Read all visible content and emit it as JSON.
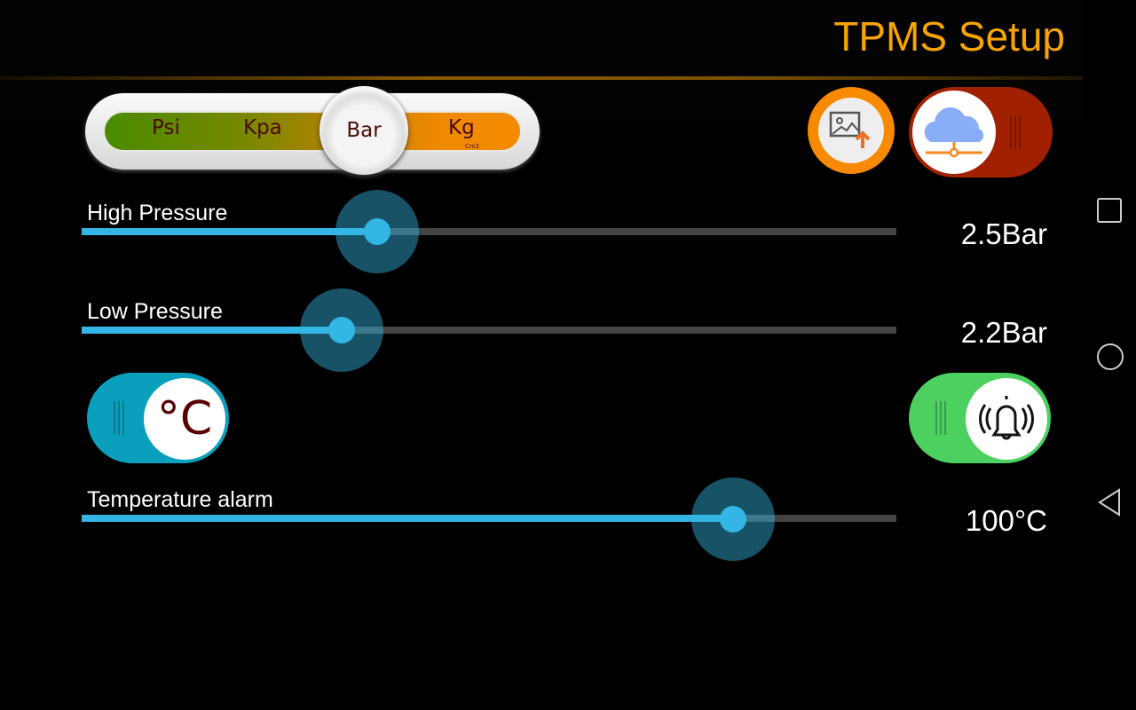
{
  "header": {
    "title": "TPMS Setup"
  },
  "units": {
    "options": [
      "Psi",
      "Kpa",
      "Bar",
      "Kg"
    ],
    "kg_sub": "Cm2",
    "selected": "Bar"
  },
  "icons": {
    "image_upload": "image-upload-icon",
    "cloud": "cloud-network-icon",
    "celsius": "°C",
    "alarm": "alarm-bell-icon"
  },
  "sliders": [
    {
      "label": "High Pressure",
      "value": "2.5Bar",
      "fraction": 0.363
    },
    {
      "label": "Low Pressure",
      "value": "2.2Bar",
      "fraction": 0.319
    },
    {
      "label": "Temperature alarm",
      "value": "100°C",
      "fraction": 0.8
    }
  ],
  "toggles": {
    "cloud": "off",
    "celsius": "on",
    "alarm": "on"
  },
  "colors": {
    "accent": "#f7a400",
    "slider": "#33b5e5"
  }
}
